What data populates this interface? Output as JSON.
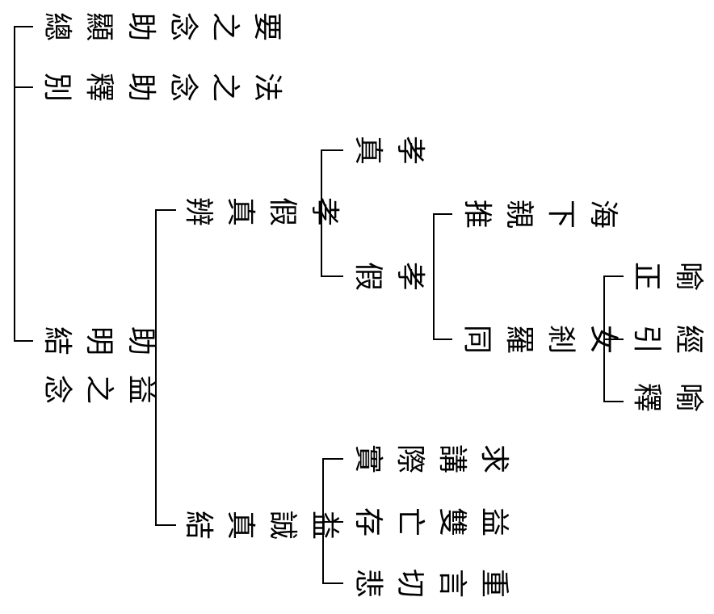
{
  "root": {
    "children": [
      {
        "label": "總顯助念之要"
      },
      {
        "label": "別釋助念之法"
      },
      {
        "label_line1": "結明助",
        "label_line2": "念之益"
      }
    ]
  },
  "benefit": {
    "bian": {
      "label": "辨真假孝",
      "zhen": {
        "label": "真孝"
      },
      "jia": {
        "label": "假孝",
        "tui": {
          "label": "推親下海"
        },
        "tong": {
          "label": "同羅剎女",
          "zheng": {
            "label": "正喻"
          },
          "yin": {
            "label": "引經"
          },
          "shi": {
            "label": "釋喻"
          }
        }
      }
    },
    "jie": {
      "label": "結真誠益",
      "items": [
        {
          "label": "實際講求"
        },
        {
          "label": "存亡雙益"
        },
        {
          "label": "悲切言重"
        }
      ]
    }
  }
}
